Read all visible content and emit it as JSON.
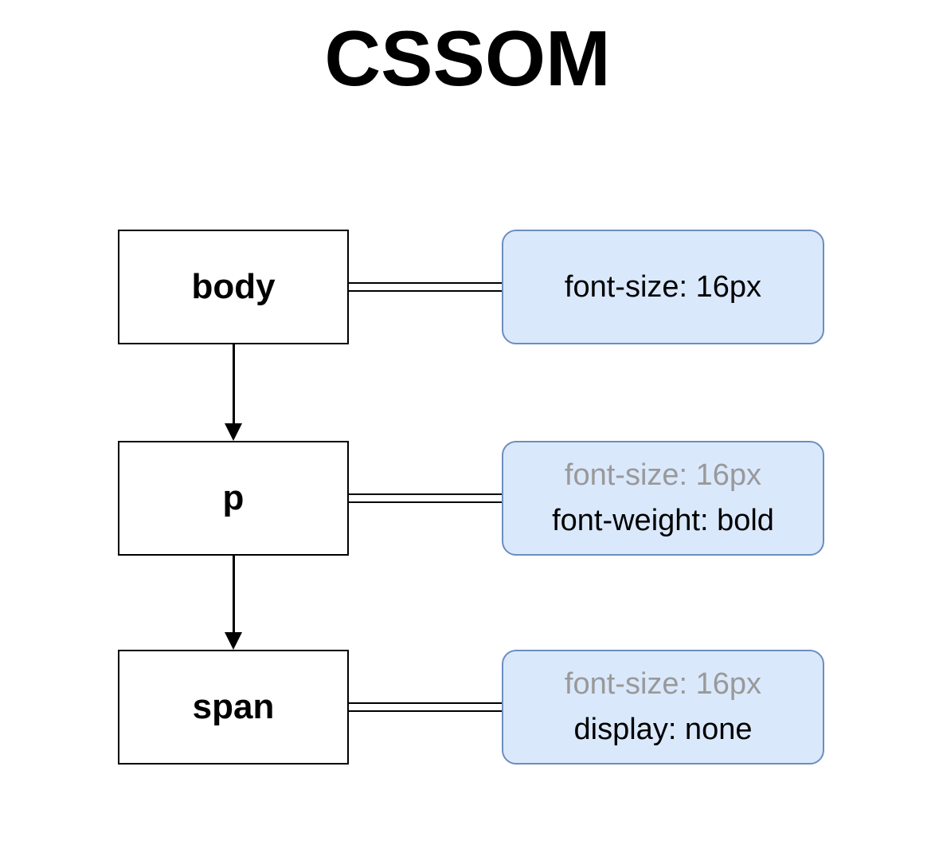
{
  "title": "CSSOM",
  "colors": {
    "pill_fill": "#dae8fc",
    "pill_border": "#6c8ebf",
    "node_border": "#000000",
    "text": "#000000",
    "inherited_text": "#999999"
  },
  "nodes": [
    {
      "label": "body",
      "styles": [
        {
          "text": "font-size: 16px",
          "inherited": false
        }
      ]
    },
    {
      "label": "p",
      "styles": [
        {
          "text": "font-size: 16px",
          "inherited": true
        },
        {
          "text": "font-weight: bold",
          "inherited": false
        }
      ]
    },
    {
      "label": "span",
      "styles": [
        {
          "text": "font-size: 16px",
          "inherited": true
        },
        {
          "text": "display: none",
          "inherited": false
        }
      ]
    }
  ]
}
